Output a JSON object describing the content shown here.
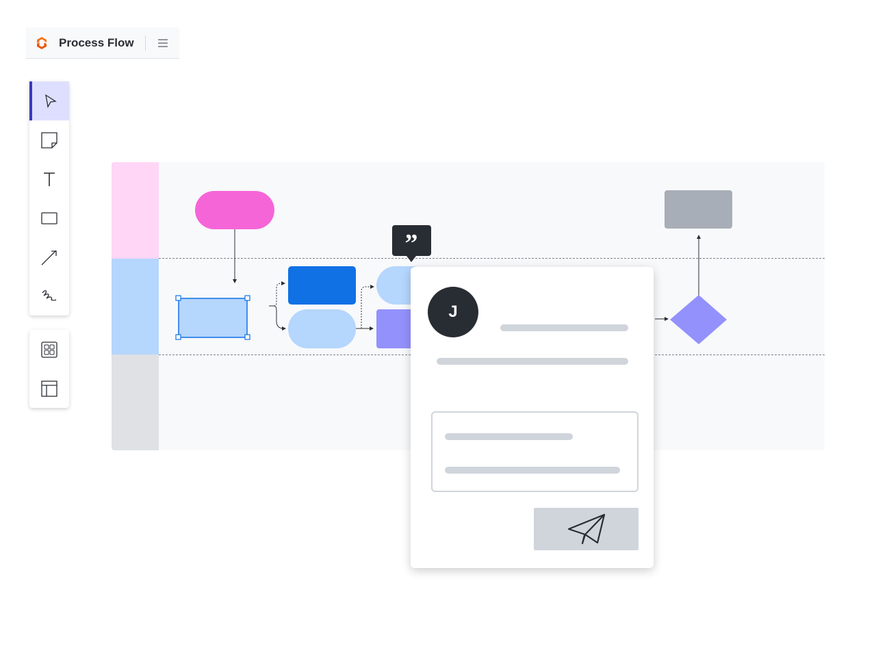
{
  "header": {
    "title": "Process Flow",
    "logo_icon": "logo-icon",
    "menu_icon": "hamburger-menu-icon"
  },
  "toolbar": {
    "tools": [
      "select",
      "sticky-note",
      "text",
      "rectangle",
      "arrow-line",
      "freehand"
    ],
    "secondary": [
      "shape-library",
      "templates"
    ]
  },
  "comment": {
    "avatar_initial": "J",
    "send_icon": "paper-plane-icon"
  },
  "colors": {
    "pink": "#f665d7",
    "blue": "#1071e5",
    "light_blue": "#b5d6fd",
    "purple": "#9391fc",
    "gray": "#a8aeb8",
    "dark": "#282c33"
  }
}
